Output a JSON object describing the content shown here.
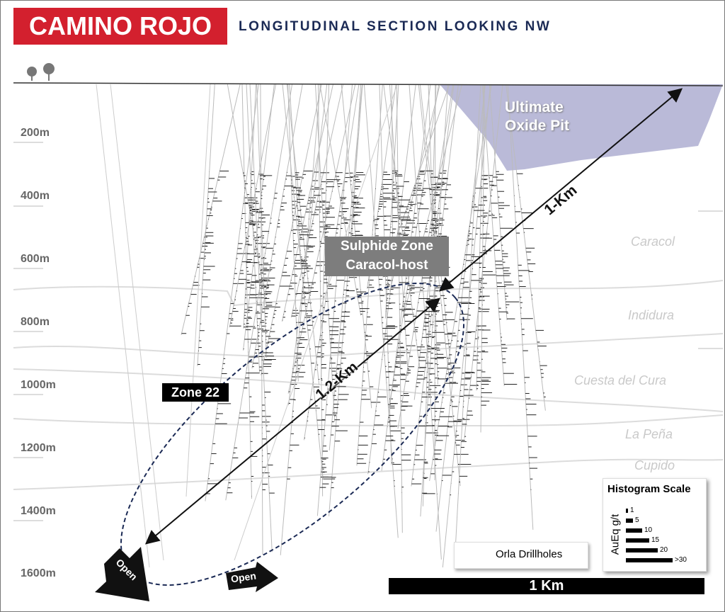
{
  "header": {
    "title": "CAMINO ROJO",
    "subtitle": "LONGITUDINAL SECTION LOOKING NW",
    "title_color": "#d3202e",
    "subtitle_color": "#1b2a55"
  },
  "depth_labels": [
    "200m",
    "400m",
    "600m",
    "800m",
    "1000m",
    "1200m",
    "1400m",
    "1600m"
  ],
  "formations": [
    "Caracol",
    "Indidura",
    "Cuesta del Cura",
    "La Peña",
    "Cupido"
  ],
  "annotations": {
    "pit": [
      "Ultimate",
      "Oxide Pit"
    ],
    "sulphide": [
      "Sulphide Zone",
      "Caracol-host"
    ],
    "zone22": "Zone 22",
    "dist_long": "1.2-Km",
    "dist_short": "1-Km",
    "open1": "Open",
    "open2": "Open"
  },
  "legend": {
    "drillholes": "Orla Drillholes",
    "scale": "1 Km"
  },
  "histogram": {
    "title": "Histogram Scale",
    "unit": "AuEq g/t",
    "levels": [
      "1",
      "5",
      "10",
      "15",
      "20",
      ">30"
    ]
  },
  "colors": {
    "pit": "#b3b3d4",
    "ellipse": "#1b2a55"
  }
}
